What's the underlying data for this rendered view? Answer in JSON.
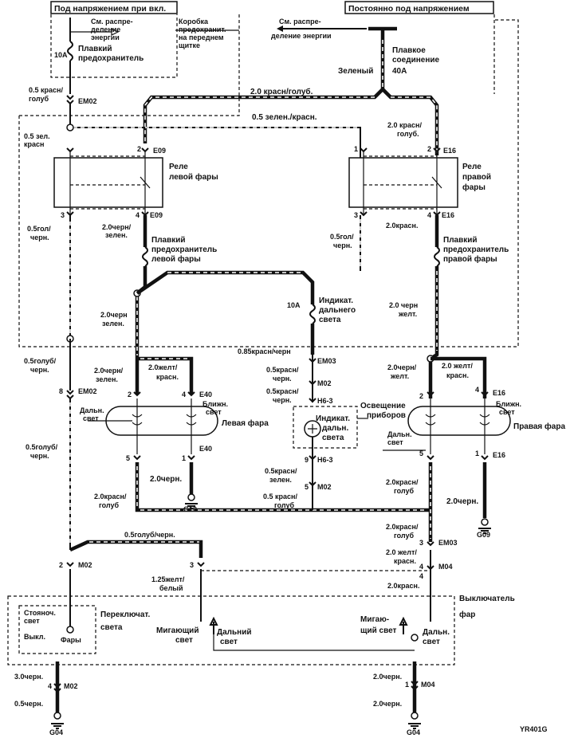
{
  "header_left": "Под напряжением при вкл.",
  "header_right": "Постоянно под напряжением",
  "labels": {
    "see_power_dist_left": "См. распре-",
    "see_power_dist_left2": "деление",
    "see_power_dist_left3": "энергии",
    "fuse_box_1": "Коробка",
    "fuse_box_2": "предохранит.",
    "fuse_box_3": "на переднем",
    "fuse_box_4": "щитке",
    "fusible_fuse_1": "Плавкий",
    "fusible_fuse_2": "предохранитель",
    "fuse_10a": "10А",
    "see_power_dist_right": "См. распре-",
    "see_power_dist_right2": "деление энергии",
    "fusible_link_1": "Плавкое",
    "fusible_link_2": "соединение",
    "fusible_link_3": "40А",
    "green": "Зеленый",
    "w_05_red_blue": "0.5 красн/",
    "w_05_red_blue2": "голуб",
    "em02_top": "EM02",
    "w_20_red_blue": "2.0 красн/голуб.",
    "w_05_green_red": "0.5 зелен./красн.",
    "w_05_green_red_l1": "0.5 зел.",
    "w_05_green_red_l2": "красн",
    "w_20_red_blue_r1": "2.0 красн/",
    "w_20_red_blue_r2": "голуб.",
    "relay_left_1": "Реле",
    "relay_left_2": "левой фары",
    "relay_right_1": "Реле",
    "relay_right_2": "правой",
    "relay_right_3": "фары",
    "e09_a": "E09",
    "e09_b": "E09",
    "e16_a": "E16",
    "e16_b": "E16",
    "pin_1": "1",
    "pin_2": "2",
    "pin_3": "3",
    "pin_4": "4",
    "pin_5": "5",
    "pin_8": "8",
    "pin_9": "9",
    "w_05_blue_black_l1": "0.5гол/",
    "w_05_blue_black_l2": "черн.",
    "w_20_black_green_l1": "2.0черн/",
    "w_20_black_green_l2": "зелен.",
    "left_hl_fuse_1": "Плавкий",
    "left_hl_fuse_2": "предохранитель",
    "left_hl_fuse_3": "левой фары",
    "w_05_blue_black_r1": "0.5гол/",
    "w_05_blue_black_r2": "черн.",
    "w_20_red": "2.0красн.",
    "right_hl_fuse_1": "Плавкий",
    "right_hl_fuse_2": "предохранитель",
    "right_hl_fuse_3": "правой фары",
    "high_beam_ind_1": "Индикат.",
    "high_beam_ind_2": "дальнего",
    "high_beam_ind_3": "света",
    "fuse_10a_mid": "10А",
    "w_20_black_green_m1": "2.0черн",
    "w_20_black_green_m2": "зелен.",
    "w_20_black_yellow_1": "2.0 черн",
    "w_20_black_yellow_2": "желт.",
    "w_05_blue_black_m1": "0.5голуб/",
    "w_05_blue_black_m2": "черн.",
    "em02_mid": "EM02",
    "w_085_red_black": "0.85красн/черн",
    "em03_a": "EM03",
    "w_05_red_black_1": "0.5красн/",
    "w_05_red_black_2": "черн.",
    "m02_a": "M02",
    "h63_a": "H6-3",
    "h63_b": "H6-3",
    "w_20_black_green_h1": "2.0черн/",
    "w_20_black_green_h2": "зелен.",
    "w_20_yellow_red_h1": "2.0желт/",
    "w_20_yellow_red_h2": "красн.",
    "e40_a": "E40",
    "e40_b": "E40",
    "low_beam_l1": "Ближн.",
    "low_beam_l2": "свет",
    "high_beam_l1": "Дальн.",
    "high_beam_l2": "свет",
    "left_headlamp": "Левая фара",
    "w_05_blue_black_lh1": "0.5голуб/",
    "w_05_blue_black_lh2": "черн.",
    "w_20_black": "2.0черн.",
    "g10": "G10",
    "w_20_red_blue_l1": "2.0красн/",
    "w_20_red_blue_l2": "голуб",
    "ind_high_1": "Индикат.",
    "ind_high_2": "дальн.",
    "ind_high_3": "света",
    "inst_light_1": "Освещение",
    "inst_light_2": "приборов",
    "w_05_red_green_1": "0.5красн/",
    "w_05_red_green_2": "зелен.",
    "m02_b": "M02",
    "w_05_red_blue_m1": "0.5 красн/",
    "w_05_red_blue_m2": "голуб",
    "w_20_black_yellow_r1": "2.0черн/",
    "w_20_black_yellow_r2": "желт.",
    "w_20_yellow_red_r1": "2.0 желт/",
    "w_20_yellow_red_r2": "красн.",
    "e16_c": "E16",
    "low_beam_r1": "Ближн.",
    "low_beam_r2": "свет",
    "high_beam_r1": "Дальн.",
    "high_beam_r2": "свет",
    "right_headlamp": "Правая фара",
    "e16_d": "E16",
    "w_20_red_blue_r3": "2.0красн/",
    "w_20_red_blue_r4": "голуб",
    "w_20_black_r": "2.0черн.",
    "g09": "G09",
    "w_20_red_blue_r5": "2.0красн/",
    "w_20_red_blue_r6": "голуб",
    "em03_b": "EM03",
    "w_20_yellow_red_r3": "2.0 желт/",
    "w_20_yellow_red_r4": "красн.",
    "m04_a": "M04",
    "w_05_blue_black_b": "0.5голуб/черн.",
    "m02_c": "M02",
    "w_125_yellow_white_1": "1.25желт/",
    "w_125_yellow_white_2": "белый",
    "w_20_red_b": "2.0красн.",
    "switch_1": "Выключатель",
    "switch_2": "фар",
    "park_1": "Стояноч.",
    "park_2": "свет",
    "off": "Выкл.",
    "headlamps": "Фары",
    "light_switch_1": "Переключат.",
    "light_switch_2": "света",
    "flash_l1": "Мигающий",
    "flash_l2": "свет",
    "high_l1": "Дальний",
    "high_l2": "свет",
    "flash_r1": "Мигаю-",
    "flash_r2": "щий свет",
    "high_r1": "Дальн.",
    "high_r2": "свет",
    "w_30_black": "3.0черн.",
    "m02_d": "M02",
    "w_05_black": "0.5черн.",
    "g04_a": "G04",
    "w_20_black_b1": "2.0черн.",
    "m04_b": "M04",
    "w_20_black_b2": "2.0черн.",
    "g04_b": "G04",
    "figure_code": "YR401G"
  }
}
